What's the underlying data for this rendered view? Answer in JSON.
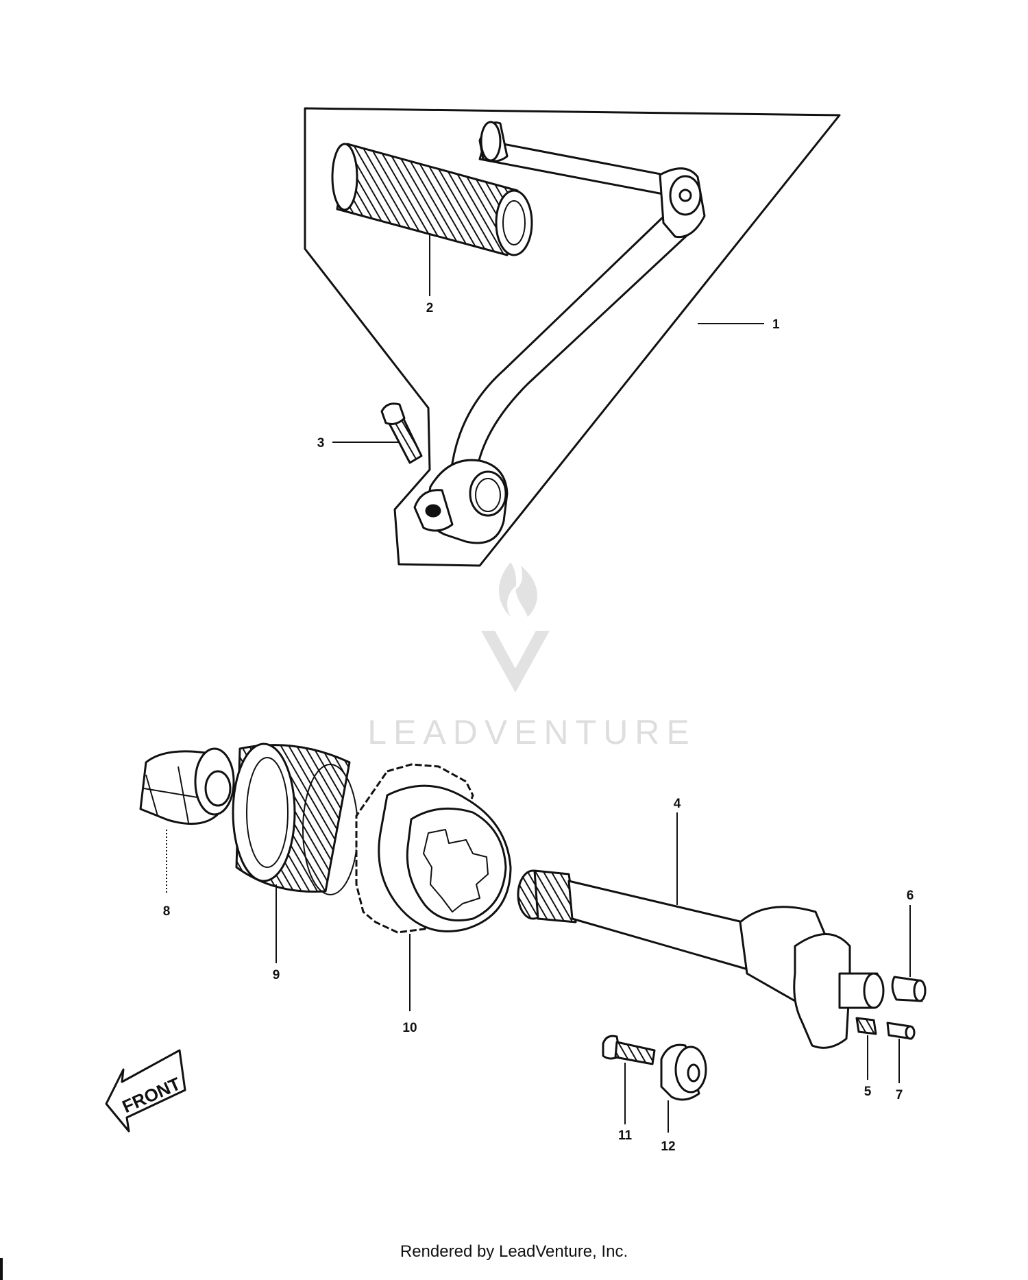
{
  "colors": {
    "ink": "#111111",
    "paper": "#ffffff",
    "watermark": "#cfcfcf"
  },
  "callouts": [
    {
      "num": "1"
    },
    {
      "num": "2"
    },
    {
      "num": "3"
    },
    {
      "num": "4"
    },
    {
      "num": "5"
    },
    {
      "num": "6"
    },
    {
      "num": "7"
    },
    {
      "num": "8"
    },
    {
      "num": "9"
    },
    {
      "num": "10"
    },
    {
      "num": "11"
    },
    {
      "num": "12"
    }
  ],
  "front_arrow": {
    "label": "FRONT"
  },
  "watermark": {
    "text": "LEADVENTURE"
  },
  "footer": {
    "text": "Rendered by LeadVenture, Inc."
  }
}
